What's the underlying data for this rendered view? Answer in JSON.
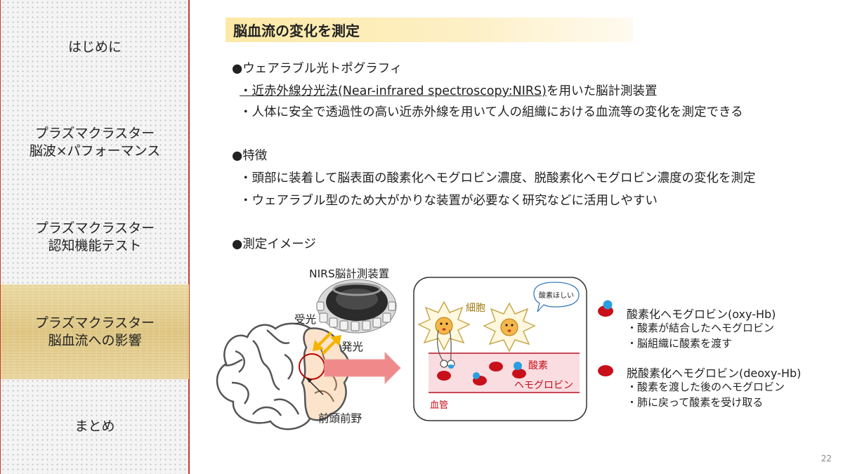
{
  "sidebar": {
    "items": [
      {
        "label": "はじめに"
      },
      {
        "label": "プラズマクラスター\n脳波×パフォーマンス"
      },
      {
        "label": "プラズマクラスター\n認知機能テスト"
      },
      {
        "label": "プラズマクラスター\n脳血流への影響"
      },
      {
        "label": "まとめ"
      }
    ],
    "active_index": 3
  },
  "main": {
    "title": "脳血流の変化を測定",
    "section1": {
      "heading": "●ウェアラブル光トポグラフィ",
      "line1_link": "・近赤外線分光法(Near-infrared spectroscopy:NIRS)",
      "line1_rest": "を用いた脳計測装置",
      "line2": "・人体に安全で透過性の高い近赤外線を用いて人の組織における血流等の変化を測定できる"
    },
    "section2": {
      "heading": "●特徴",
      "line1": "・頭部に装着して脳表面の酸素化ヘモグロビン濃度、脱酸素化ヘモグロビン濃度の変化を測定",
      "line2": "・ウェアラブル型のため大がかりな装置が必要なく研究などに活用しやすい"
    },
    "section3": {
      "heading": "●測定イメージ"
    }
  },
  "diagram": {
    "device_label": "NIRS脳計測装置",
    "receive_label": "受光",
    "emit_label": "発光",
    "prefrontal_label": "前頭前野",
    "cell_label": "細胞",
    "speech_bubble": "酸素ほしい",
    "oxygen_label": "酸素",
    "hemoglobin_label": "ヘモグロビン",
    "vessel_label": "血管",
    "colors": {
      "oxygen": "#2a9fe0",
      "hemoglobin": "#c8101a",
      "vessel": "#f9dde1",
      "vessel_border": "#c84a58",
      "arrow": "#f08a8a",
      "light_arrow": "#f5b400"
    }
  },
  "legend": {
    "oxy": {
      "title": "酸素化ヘモグロビン(oxy-Hb)",
      "line1": "・酸素が結合したヘモグロビン",
      "line2": "・脳組織に酸素を渡す"
    },
    "deoxy": {
      "title": "脱酸素化ヘモグロビン(deoxy-Hb)",
      "line1": "・酸素を渡した後のヘモグロビン",
      "line2": "・肺に戻って酸素を受け取る"
    }
  },
  "page_number": "22"
}
